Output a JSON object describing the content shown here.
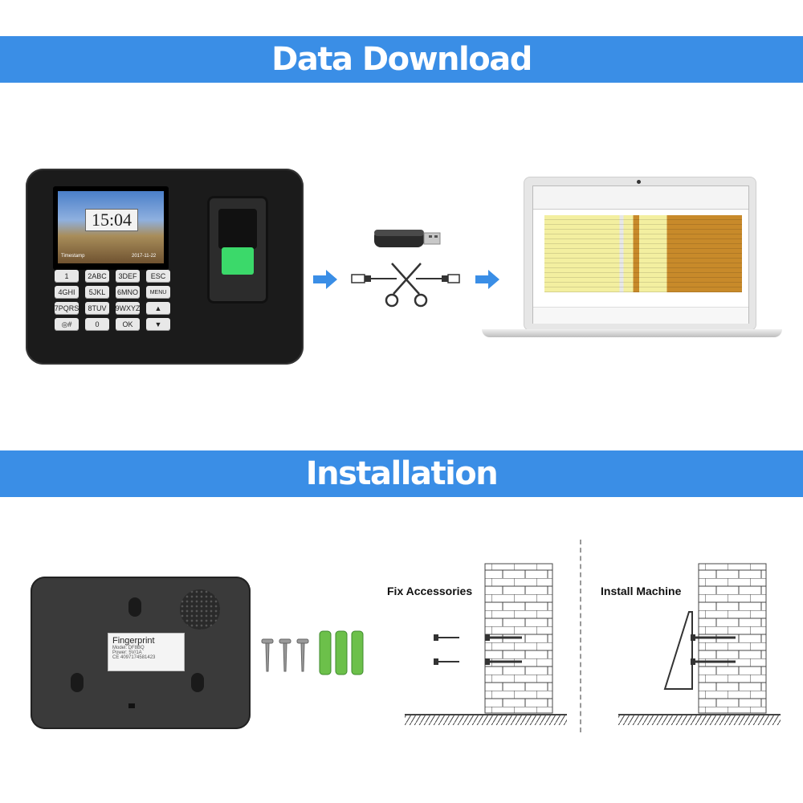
{
  "sections": {
    "download_title": "Data Download",
    "install_title": "Installation"
  },
  "device": {
    "screen_time": "15:04",
    "screen_caption_left": "Timestamp",
    "screen_caption_right": "2017-11-22",
    "keys": [
      "1",
      "2ABC",
      "3DEF",
      "ESC",
      "4GHI",
      "5JKL",
      "6MNO",
      "MENU",
      "7PQRS",
      "8TUV",
      "9WXYZ",
      "▲",
      "◎#",
      "0",
      "OK",
      "▼"
    ]
  },
  "back_label": {
    "title": "Fingerprint",
    "line1": "Model: DF8BQ",
    "line2": "Power: 5V/1A",
    "line3": "CE 4097174581423"
  },
  "diagrams": {
    "fix_label": "Fix Accessories",
    "install_label": "Install Machine"
  },
  "colors": {
    "banner": "#3a8ee6",
    "arrow": "#3a8ee6",
    "sensor": "#3bd96a",
    "anchor": "#6cc04a"
  }
}
